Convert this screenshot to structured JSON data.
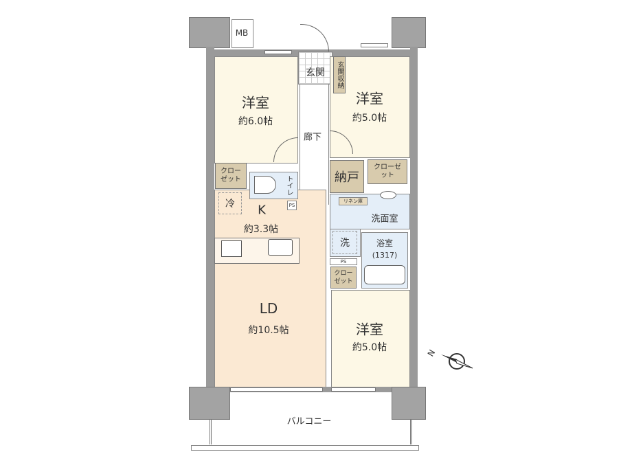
{
  "rooms": {
    "western_1": {
      "name": "洋室",
      "size": "約6.0帖"
    },
    "western_2": {
      "name": "洋室",
      "size": "約5.0帖"
    },
    "western_3": {
      "name": "洋室",
      "size": "約5.0帖"
    },
    "kitchen": {
      "name": "K",
      "size": "約3.3帖"
    },
    "living_dining": {
      "name": "LD",
      "size": "約10.5帖"
    },
    "entrance": "玄関",
    "entrance_storage": "玄関収納",
    "hallway": "廊下",
    "storeroom": "納戸",
    "toilet": "トイレ",
    "washroom": "洗面室",
    "linen": "リネン庫",
    "bathroom": {
      "name": "浴室",
      "size": "(1317)"
    },
    "washer": "洗",
    "fridge": "冷",
    "closet": "クローゼット",
    "ps": "PS",
    "mb": "MB",
    "balcony": "バルコニー"
  },
  "compass": {
    "label": "N"
  },
  "colors": {
    "western": "#fdf8e6",
    "ld": "#fbe9d3",
    "storage": "#d8cbad",
    "wet": "#e4eef8",
    "wall": "#9a9a9a"
  }
}
